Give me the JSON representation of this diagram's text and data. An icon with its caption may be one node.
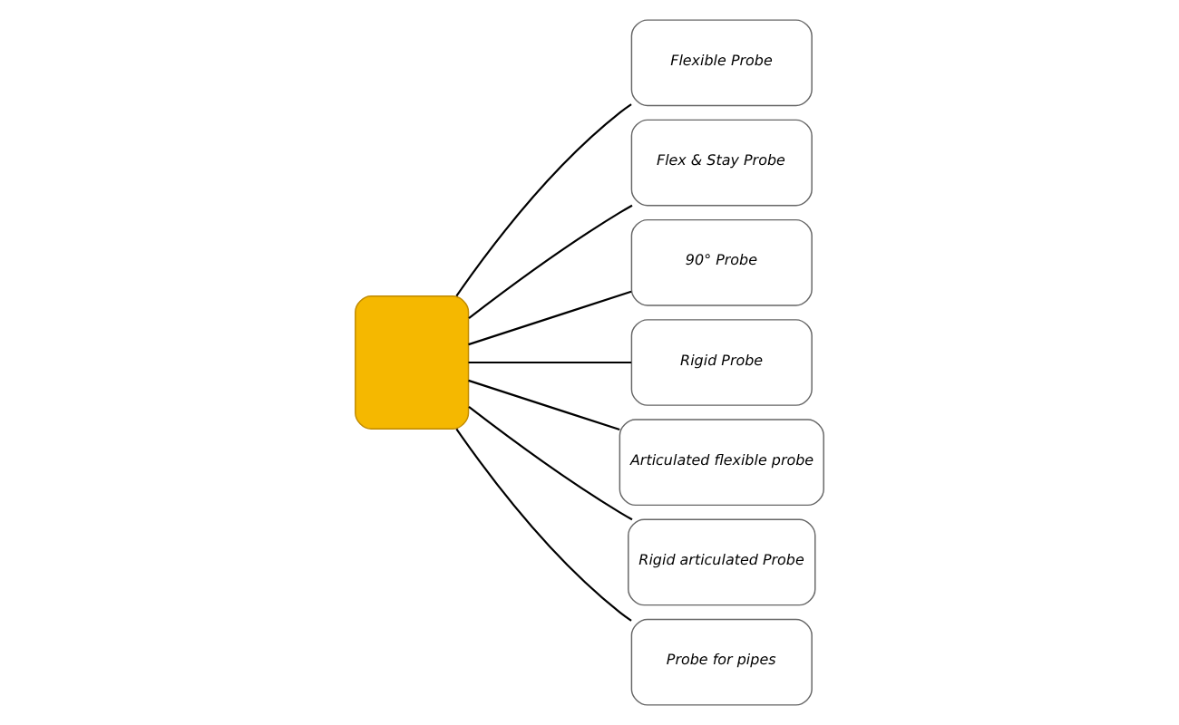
{
  "diagram": {
    "nodes": [
      {
        "text": [
          "Flexible Probe"
        ]
      },
      {
        "text": [
          "Flex & Stay Probe"
        ]
      },
      {
        "text": [
          "90° Probe"
        ]
      },
      {
        "text": [
          "Rigid Probe"
        ]
      },
      {
        "text": [
          "Articulated flexible probe"
        ]
      },
      {
        "text": [
          "Rigid articulated Probe"
        ]
      },
      {
        "text": [
          "Probe for pipes"
        ]
      },
      {
        "text": [],
        "shape": "box"
      }
    ],
    "edges": [
      {
        "from": 7,
        "to": 0,
        "arrow": "none"
      },
      {
        "from": 7,
        "to": 1,
        "arrow": "none"
      },
      {
        "from": 7,
        "to": 2,
        "arrow": "none"
      },
      {
        "from": 7,
        "to": 3,
        "arrow": "none"
      },
      {
        "from": 7,
        "to": 4,
        "arrow": "none"
      },
      {
        "from": 7,
        "to": 6,
        "arrow": "none"
      },
      {
        "from": 7,
        "to": 5,
        "arrow": "none"
      }
    ]
  }
}
